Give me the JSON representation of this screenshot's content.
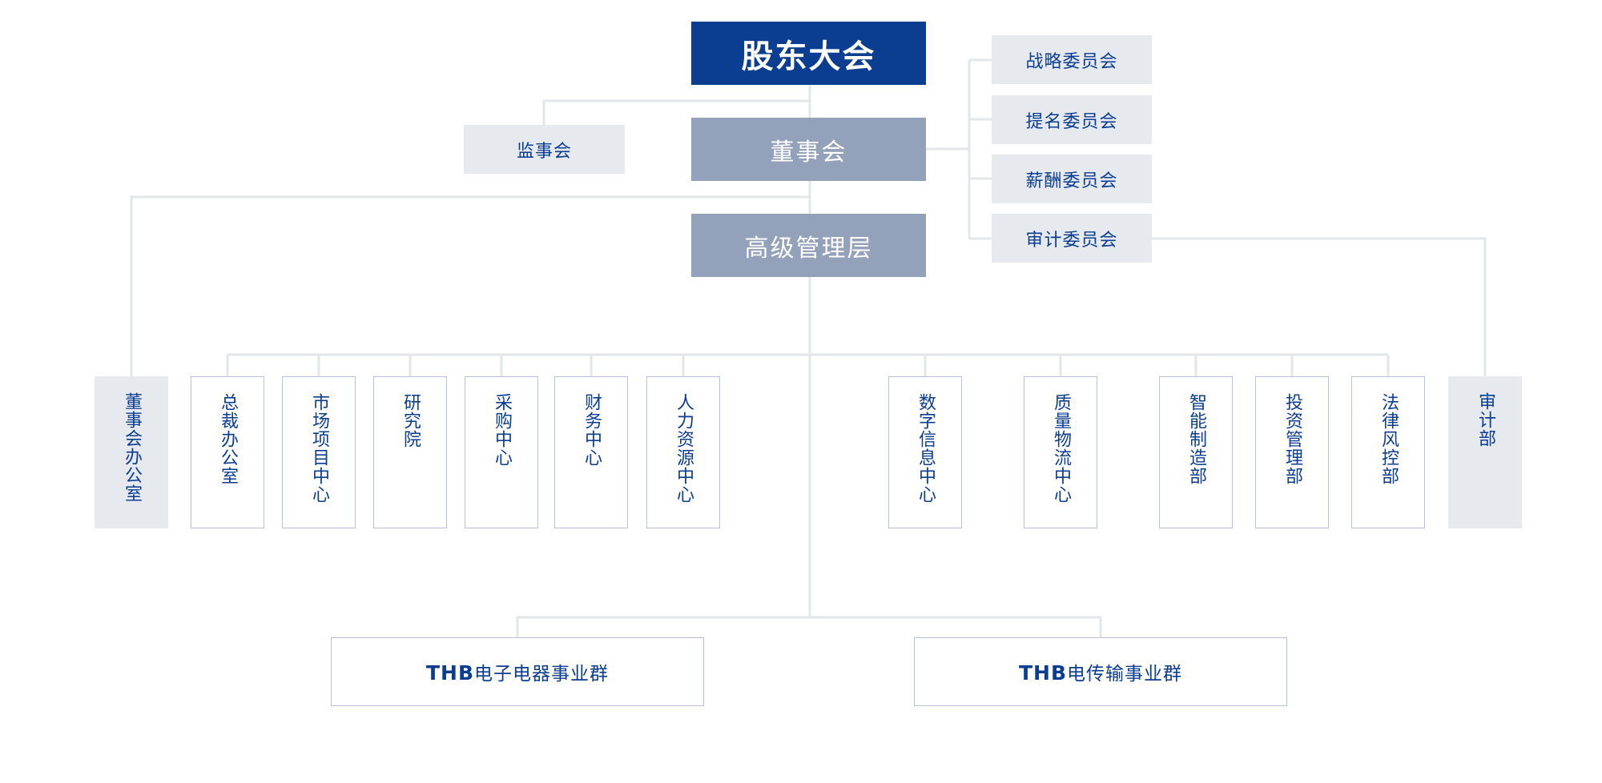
{
  "top": {
    "shareholders": "股东大会",
    "board": "董事会",
    "supervisory": "监事会",
    "senior_mgmt": "高级管理层"
  },
  "committees": [
    "战略委员会",
    "提名委员会",
    "薪酬委员会",
    "审计委员会"
  ],
  "departments": {
    "board_office": "董事会办公室",
    "president_office": "总裁办公室",
    "market_center": "市场项目中心",
    "research": "研究院",
    "procurement": "采购中心",
    "finance": "财务中心",
    "hr": "人力资源中心",
    "digital": "数字信息中心",
    "quality_logistics": "质量物流中心",
    "smart_mfg": "智能制造部",
    "investment": "投资管理部",
    "legal_risk": "法律风控部",
    "audit": "审计部"
  },
  "business_groups": {
    "brand": "THB",
    "electronics": "电子电器事业群",
    "transmission": "电传输事业群"
  },
  "colors": {
    "navy": "#0b3d91",
    "slate": "#93a1ba",
    "light_gray": "#e6e9ee",
    "outline": "#b8c1dd",
    "connector": "#e3e6ea"
  }
}
